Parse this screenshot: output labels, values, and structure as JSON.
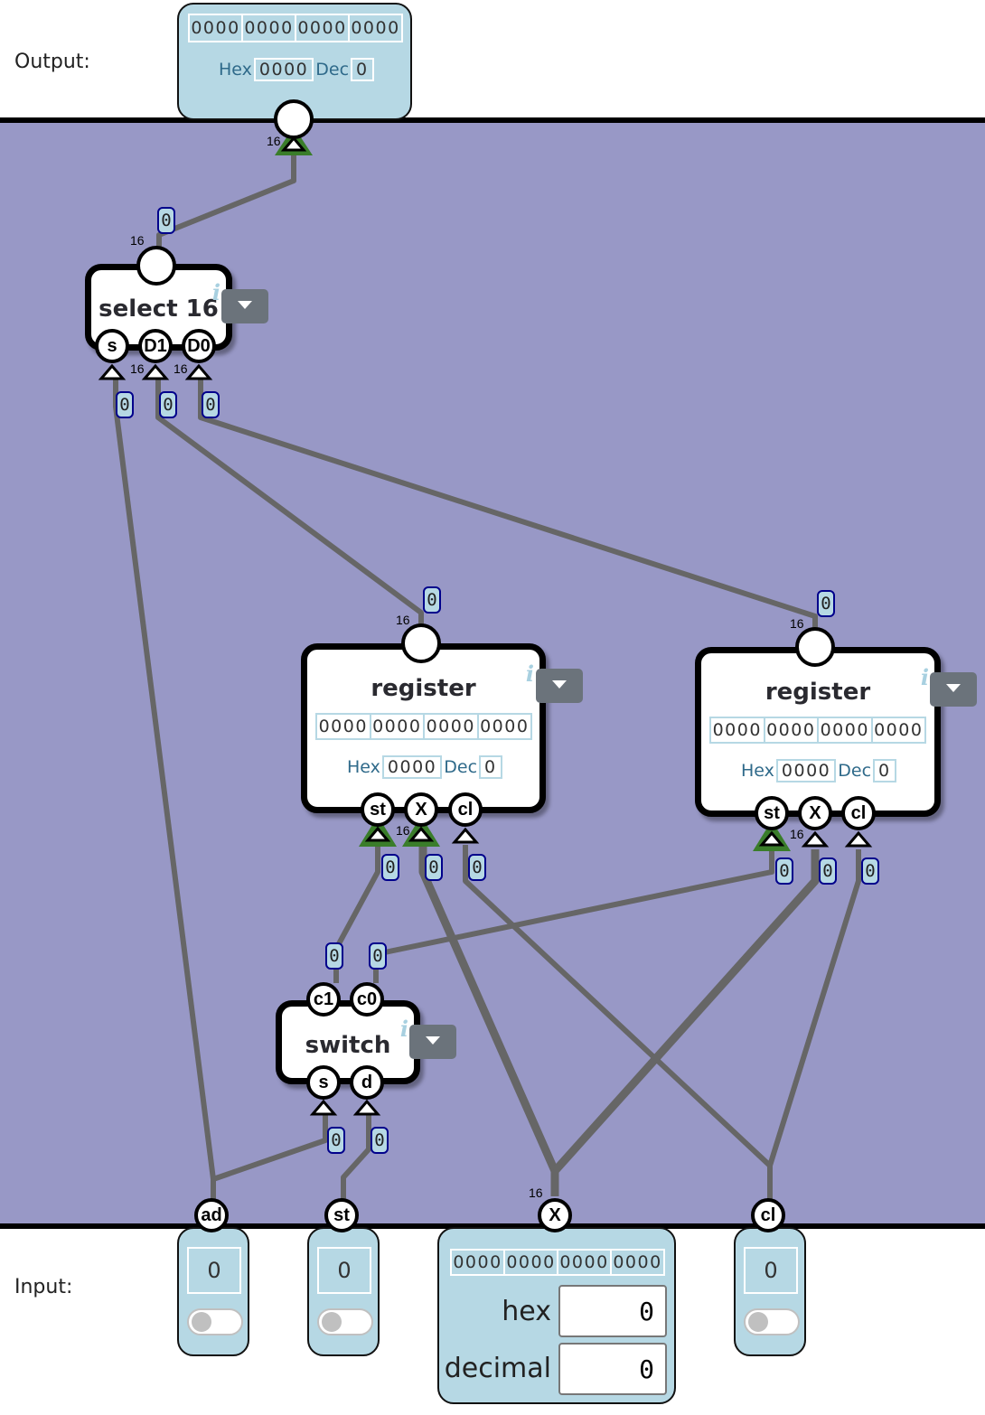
{
  "labels": {
    "output": "Output:",
    "input": "Input:"
  },
  "colors": {
    "canvas": "#9898c6",
    "panel": "#b6d8e4",
    "wire": "#666666",
    "active_triangle": "#3a7d2a",
    "badge_border": "#00008b"
  },
  "output_panel": {
    "bits": [
      "0000",
      "0000",
      "0000",
      "0000"
    ],
    "hex_label": "Hex",
    "hex_value": "0000",
    "dec_label": "Dec",
    "dec_value": "0",
    "pin_width": "16"
  },
  "components": {
    "select": {
      "title": "select 16",
      "info": "i",
      "output_width": "16",
      "pins": [
        "s",
        "D1",
        "D0"
      ],
      "pin_widths": [
        "16",
        "16"
      ],
      "output_value": "0",
      "input_values": [
        "0",
        "0",
        "0"
      ]
    },
    "register1": {
      "title": "register",
      "info": "i",
      "bits": [
        "0000",
        "0000",
        "0000",
        "0000"
      ],
      "hex_label": "Hex",
      "hex_value": "0000",
      "dec_label": "Dec",
      "dec_value": "0",
      "output_width": "16",
      "output_value": "0",
      "pins": [
        "st",
        "X",
        "cl"
      ],
      "x_width": "16",
      "input_values": [
        "0",
        "0",
        "0"
      ]
    },
    "register2": {
      "title": "register",
      "info": "i",
      "bits": [
        "0000",
        "0000",
        "0000",
        "0000"
      ],
      "hex_label": "Hex",
      "hex_value": "0000",
      "dec_label": "Dec",
      "dec_value": "0",
      "output_width": "16",
      "output_value": "0",
      "pins": [
        "st",
        "X",
        "cl"
      ],
      "x_width": "16",
      "input_values": [
        "0",
        "0",
        "0"
      ]
    },
    "switch": {
      "title": "switch",
      "info": "i",
      "out_pins": [
        "c1",
        "c0"
      ],
      "in_pins": [
        "s",
        "d"
      ],
      "output_values": [
        "0",
        "0"
      ],
      "input_values": [
        "0",
        "0"
      ]
    }
  },
  "inputs": {
    "ad": {
      "label": "ad",
      "value": "0"
    },
    "st": {
      "label": "st",
      "value": "0"
    },
    "x": {
      "label": "X",
      "width": "16",
      "bits": [
        "0000",
        "0000",
        "0000",
        "0000"
      ],
      "hex_label": "hex",
      "hex_value": "0",
      "decimal_label": "decimal",
      "decimal_value": "0"
    },
    "cl": {
      "label": "cl",
      "value": "0"
    }
  }
}
